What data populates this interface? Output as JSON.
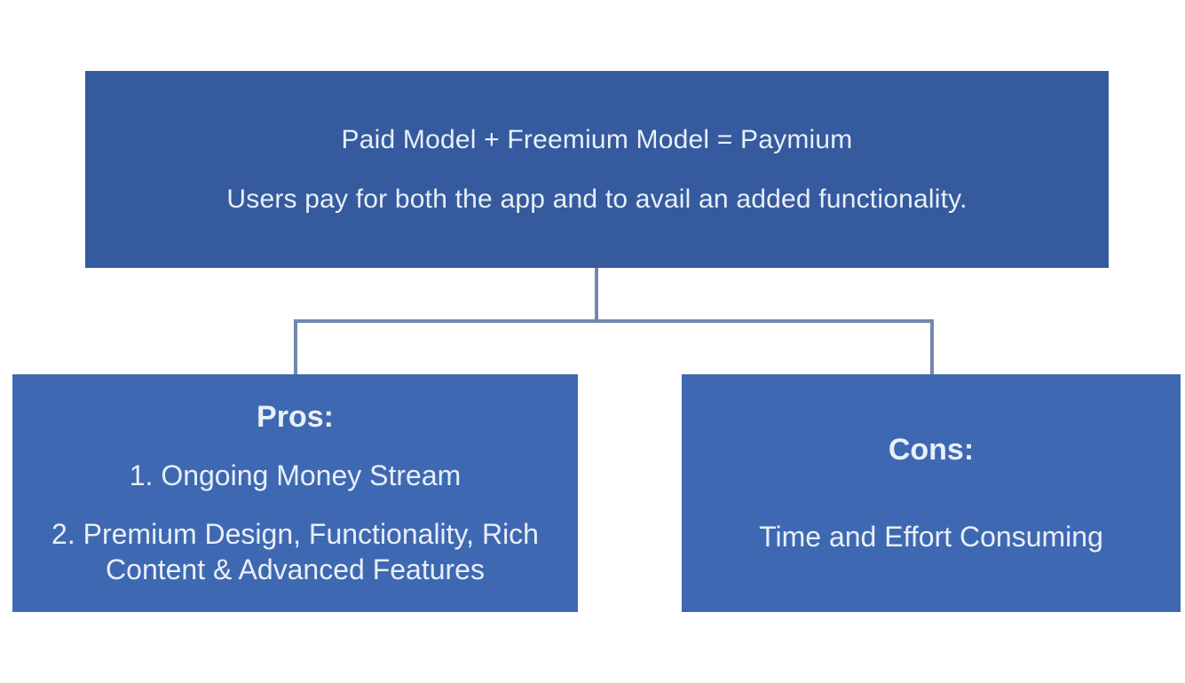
{
  "diagram": {
    "root": {
      "line1": "Paid Model + Freemium Model = Paymium",
      "line2": "Users pay for both the app and to avail an added functionality."
    },
    "pros": {
      "heading": "Pros:",
      "items": [
        "1. Ongoing Money Stream",
        "2. Premium Design, Functionality, Rich Content & Advanced Features"
      ]
    },
    "cons": {
      "heading": "Cons:",
      "items": [
        "Time and Effort Consuming"
      ]
    },
    "colors": {
      "root_box": "#355A9E",
      "child_box": "#3E68B2",
      "connector": "#7289AE",
      "text": "#E9EFF7",
      "background": "#FFFFFF"
    }
  }
}
